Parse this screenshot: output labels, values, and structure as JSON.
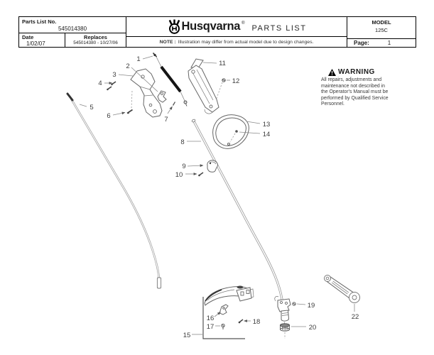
{
  "header": {
    "parts_list_no_label": "Parts List No.",
    "parts_list_no": "545014380",
    "date_label": "Date",
    "date": "1/02/07",
    "replaces_label": "Replaces",
    "replaces": "545014380 - 10/27/06",
    "brand": "Husqvarna",
    "registered_mark": "®",
    "title": "PARTS LIST",
    "note_label": "NOTE :",
    "note": "Illustration may differ from actual model due to design changes.",
    "model_label": "MODEL",
    "model": "125C",
    "page_label": "Page:",
    "page": "1"
  },
  "warning": {
    "title": "WARNING",
    "lines": [
      "All repairs, adjustments and",
      "maintenance not described in",
      "the Operator's Manual must be",
      "performed by Qualified Service",
      "Personnel."
    ]
  },
  "diagram": {
    "callouts": [
      "1",
      "2",
      "3",
      "4",
      "5",
      "6",
      "7",
      "8",
      "9",
      "10",
      "11",
      "12",
      "13",
      "14",
      "15",
      "16",
      "17",
      "18",
      "19",
      "20",
      "22"
    ]
  }
}
